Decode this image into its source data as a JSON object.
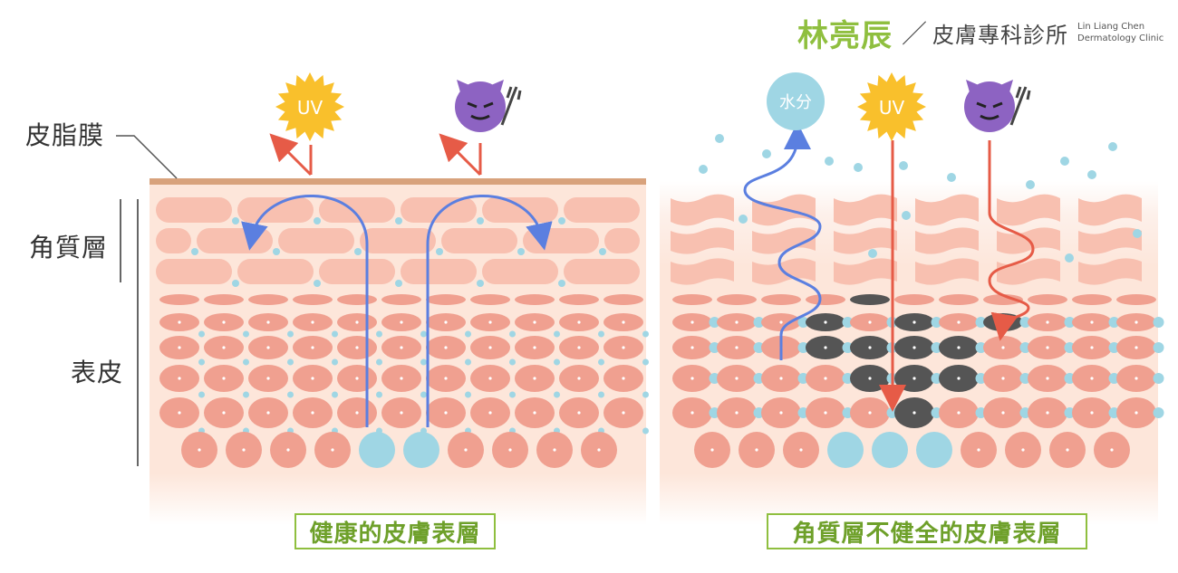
{
  "header": {
    "brand_cn": "林亮辰",
    "slash": "／",
    "clinic_cn": "皮膚專科診所",
    "brand_en_line1": "Lin Liang Chen",
    "brand_en_line2": "Dermatology Clinic"
  },
  "labels": {
    "sebum_film": "皮脂膜",
    "stratum_corneum": "角質層",
    "epidermis": "表皮"
  },
  "icons": {
    "uv_left": "UV",
    "uv_right": "UV",
    "water": "水分",
    "devil_left": "devil-icon",
    "devil_right": "devil-icon"
  },
  "captions": {
    "healthy": "健康的皮膚表層",
    "damaged": "角質層不健全的皮膚表層"
  },
  "colors": {
    "brand_green": "#8fbf3f",
    "cell_pink": "#f0a090",
    "corneum_pink": "#f8c0b0",
    "skin_bg": "#fde5d8",
    "water_blue": "#9fd6e4",
    "arrow_blue": "#5b7fe0",
    "arrow_red": "#e65b47",
    "damaged_cell": "#555555",
    "sebum": "#d8a27c",
    "uv_yellow": "#f9c02c",
    "devil_purple": "#8d63c2"
  }
}
